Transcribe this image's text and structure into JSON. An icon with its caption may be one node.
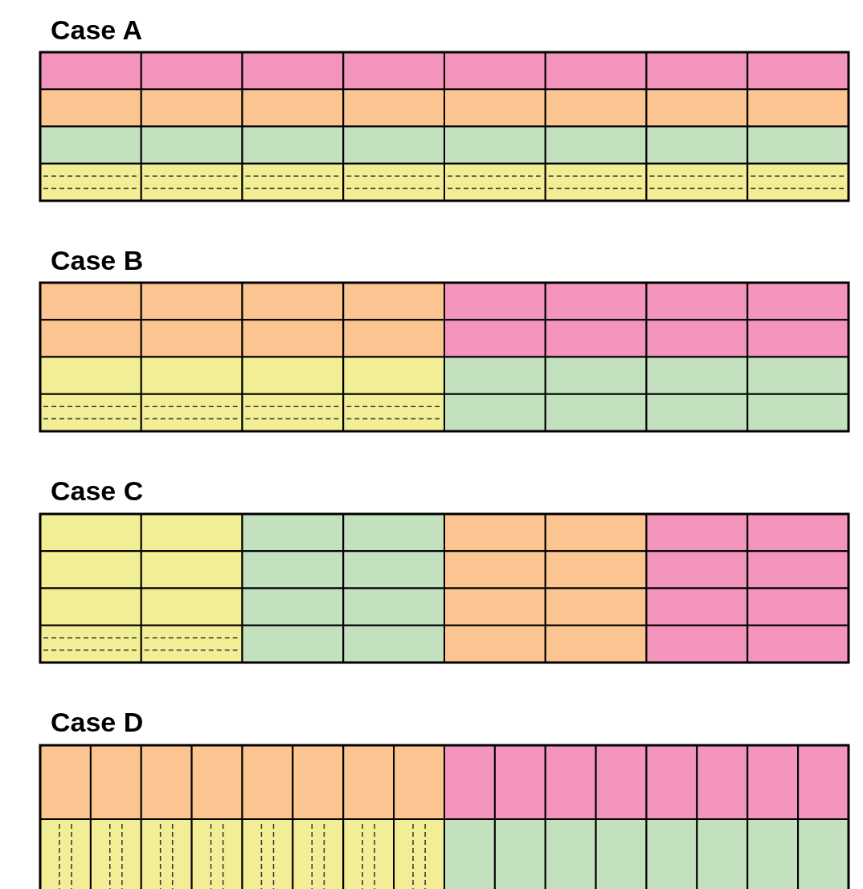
{
  "diagram": {
    "labels": [
      "Case A",
      "Case B",
      "Case C",
      "Case D"
    ]
  }
}
